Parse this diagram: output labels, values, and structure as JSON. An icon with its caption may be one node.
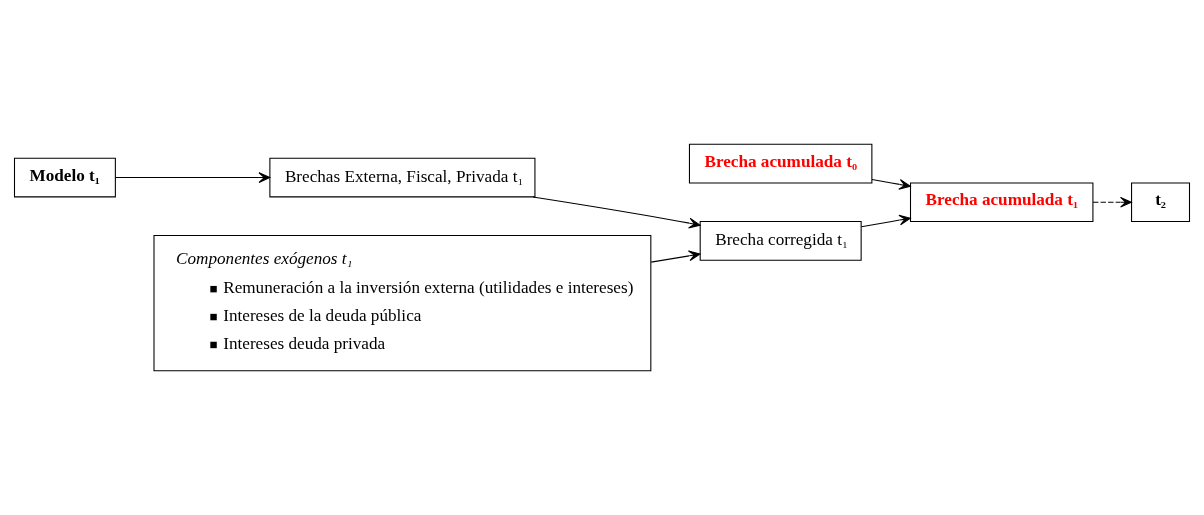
{
  "diagram": {
    "nodes": [
      {
        "text": [
          "Brecha acumulada t₀"
        ]
      },
      {
        "text": [
          "Modelo t₁"
        ]
      },
      {
        "text": [
          "Brechas Externa, Fiscal, Privada t₁"
        ]
      },
      {
        "text": [
          "Brecha corregida t₁"
        ]
      },
      {
        "text": [
          "Brecha acumulada t₁"
        ]
      },
      {
        "text": [
          "Componentes exógenos t₁",
          "Remuneración a la inversión externa (utilidades e intereses)",
          "Intereses de la deuda pública",
          "Intereses deuda privada"
        ]
      },
      {
        "text": [
          "t₂"
        ]
      }
    ],
    "edges": [
      {
        "from": 0,
        "to": 4,
        "arrow": "to"
      },
      {
        "from": 1,
        "to": 2,
        "arrow": "to"
      },
      {
        "from": 2,
        "to": 3,
        "arrow": "to"
      },
      {
        "from": 3,
        "to": 4,
        "arrow": "to"
      },
      {
        "from": 5,
        "to": 3,
        "arrow": "to"
      },
      {
        "from": 4,
        "to": 6,
        "arrow": "to",
        "style": "dashed"
      }
    ]
  }
}
